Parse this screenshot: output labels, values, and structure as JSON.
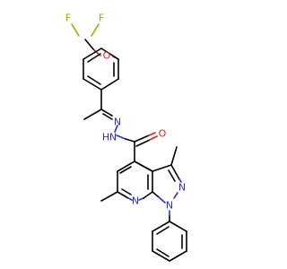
{
  "molecule": {
    "atoms": [
      {
        "id": "F1",
        "label": "F",
        "color": "#86b800"
      },
      {
        "id": "F2",
        "label": "F",
        "color": "#86b800"
      },
      {
        "id": "O1",
        "label": "O",
        "color": "#e02020"
      },
      {
        "id": "N1",
        "label": "N",
        "color": "#2e2ed8"
      },
      {
        "id": "N2",
        "label": "N",
        "color": "#2e2ed8"
      },
      {
        "id": "NH",
        "label": "H",
        "color": "#2e2ed8"
      },
      {
        "id": "O2",
        "label": "O",
        "color": "#e02020"
      },
      {
        "id": "N3",
        "label": "N",
        "color": "#2e2ed8"
      },
      {
        "id": "N4",
        "label": "N",
        "color": "#2e2ed8"
      },
      {
        "id": "N5",
        "label": "N",
        "color": "#2e2ed8"
      }
    ]
  }
}
